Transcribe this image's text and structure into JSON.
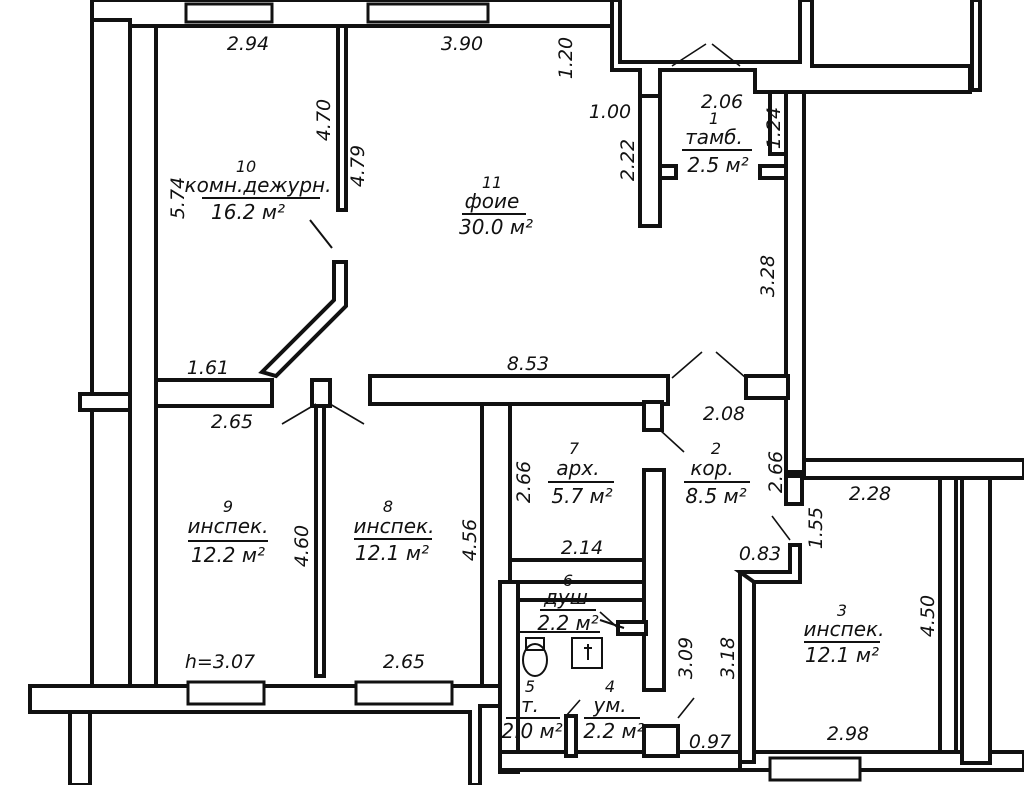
{
  "rooms": [
    {
      "num": "1",
      "name": "тамб.",
      "area": "2.5 м²"
    },
    {
      "num": "2",
      "name": "кор.",
      "area": "8.5 м²"
    },
    {
      "num": "3",
      "name": "инспек.",
      "area": "12.1 м²"
    },
    {
      "num": "4",
      "name": "ум.",
      "area": "2.2 м²"
    },
    {
      "num": "5",
      "name": "т.",
      "area": "2.0 м²"
    },
    {
      "num": "6",
      "name": "душ",
      "area": "2.2 м²"
    },
    {
      "num": "7",
      "name": "арх.",
      "area": "5.7 м²"
    },
    {
      "num": "8",
      "name": "инспек.",
      "area": "12.1 м²"
    },
    {
      "num": "9",
      "name": "инспек.",
      "area": "12.2 м²"
    },
    {
      "num": "10",
      "name": "комн.дежурн.",
      "area": "16.2 м²"
    },
    {
      "num": "11",
      "name": "фоие",
      "area": "30.0 м²"
    }
  ],
  "dimensions": {
    "d_294": "2.94",
    "d_390": "3.90",
    "d_120": "1.20",
    "d_100": "1.00",
    "d_206": "2.06",
    "d_124": "1.24",
    "d_222": "2.22",
    "d_470": "4.70",
    "d_479": "4.79",
    "d_574": "5.74",
    "d_328": "3.28",
    "d_161": "1.61",
    "d_853": "8.53",
    "d_265a": "2.65",
    "d_208": "2.08",
    "d_266a": "2.66",
    "d_266b": "2.66",
    "d_228": "2.28",
    "d_155": "1.55",
    "d_083": "0.83",
    "d_460": "4.60",
    "d_456": "4.56",
    "d_214": "2.14",
    "d_450": "4.50",
    "d_309": "3.09",
    "d_318": "3.18",
    "d_265b": "2.65",
    "d_298": "2.98",
    "d_097": "0.97"
  },
  "height_note": "h=3.07"
}
